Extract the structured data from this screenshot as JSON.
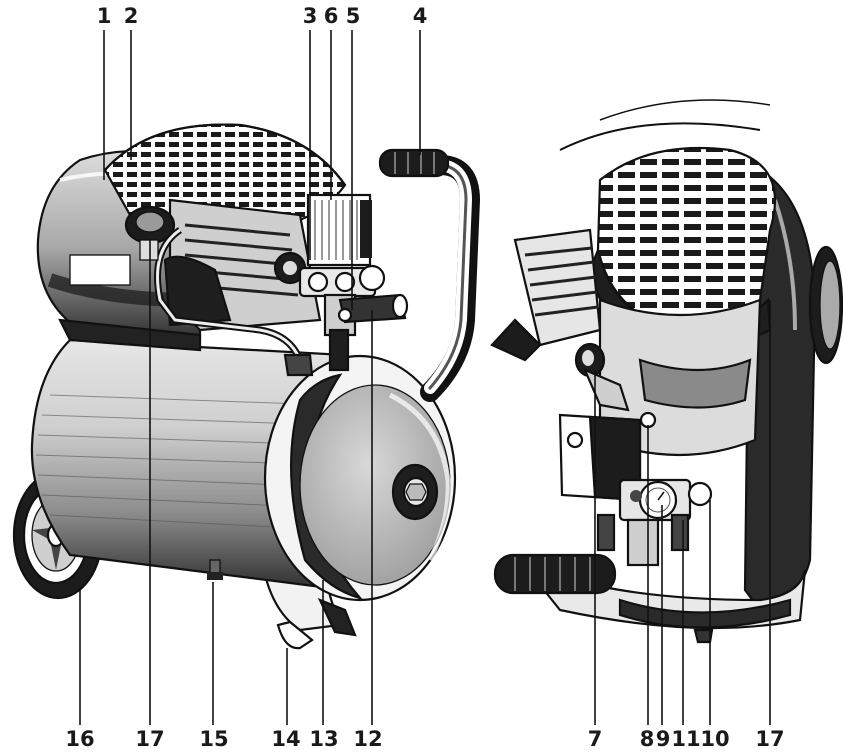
{
  "labels": {
    "l1": "1",
    "l2": "2",
    "l3": "3",
    "l6": "6",
    "l5": "5",
    "l4": "4",
    "l16": "16",
    "l17a": "17",
    "l15": "15",
    "l14": "14",
    "l13": "13",
    "l12": "12",
    "l7": "7",
    "l8": "8",
    "l9": "9",
    "l11": "11",
    "l10": "10",
    "l17b": "17"
  },
  "colors": {
    "ink": "#111111",
    "tank": "#b3b3b3",
    "dark": "#3a3a3a",
    "paper": "#ffffff"
  }
}
